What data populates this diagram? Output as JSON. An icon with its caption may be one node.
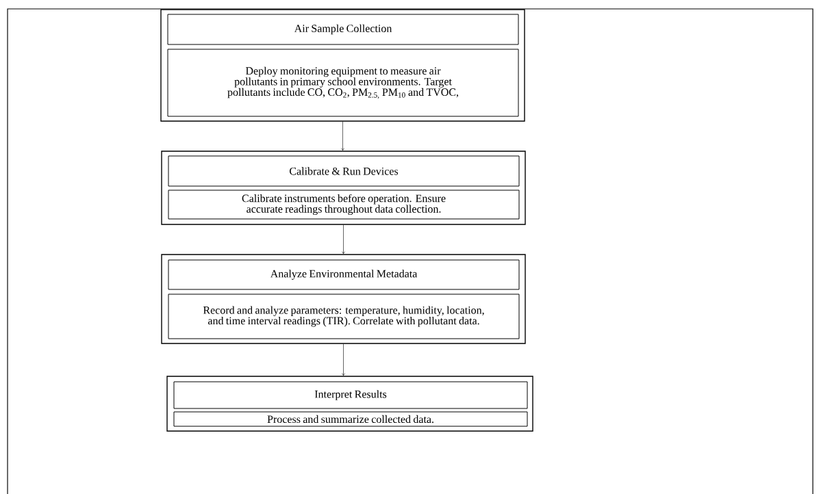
{
  "diagram": {
    "nodes": [
      {
        "text": [],
        "shape": "box"
      },
      {
        "text": [
          "Air Sample Collection"
        ],
        "in": 0
      },
      {
        "text": [
          "Deploy monitoring equipment to measure air pollutants in primary school environments. Target pollutants include CO, CO$_{2}$, PM$_{2.5,}$ PM$_{10}$ and TVOC,"
        ],
        "in": 0
      },
      {
        "text": [],
        "shape": "box"
      },
      {
        "text": [
          "Calibrate & Run Devices"
        ],
        "in": 3
      },
      {
        "text": [
          "Calibrate instruments before operation. Ensure accurate readings throughout data collection."
        ],
        "in": 3
      },
      {
        "text": [],
        "shape": "box"
      },
      {
        "text": [
          "Analyze Environmental Metadata"
        ],
        "in": 6
      },
      {
        "text": [
          "Record and analyze parameters: temperature, humidity, location, and time interval readings (TIR). Correlate with pollutant data."
        ],
        "in": 6
      },
      {
        "text": [],
        "shape": "box"
      },
      {
        "text": [
          "Interpret Results"
        ],
        "in": 9
      },
      {
        "text": [
          "Process and summarize collected data."
        ],
        "in": 9
      }
    ],
    "edges": [
      {
        "from": 0,
        "to": 3,
        "arrow": "to"
      },
      {
        "from": 3,
        "to": 6,
        "arrow": "to"
      },
      {
        "from": 6,
        "to": 9,
        "arrow": "to"
      }
    ]
  }
}
